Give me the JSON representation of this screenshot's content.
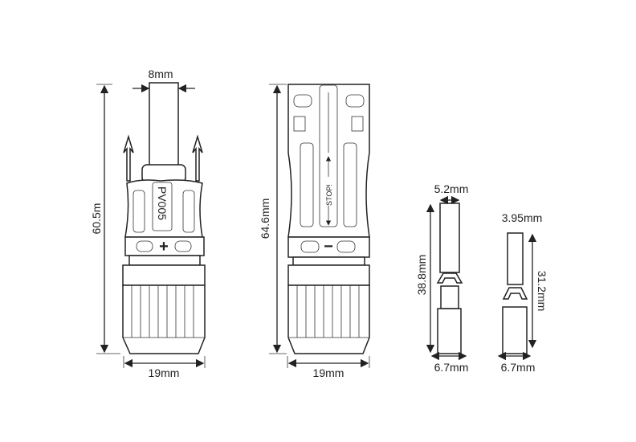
{
  "left_connector": {
    "height_label": "60.5m",
    "cable_width_label": "8mm",
    "width_label": "19mm",
    "model_text": "PV005",
    "polarity_symbol": "+"
  },
  "right_connector": {
    "height_label": "64.6mm",
    "width_label": "19mm",
    "stop_text": "STOP!",
    "polarity_symbol": "−"
  },
  "pin_male": {
    "tip_width_label": "5.2mm",
    "length_label": "38.8mm",
    "base_width_label": "6.7mm"
  },
  "pin_female": {
    "tip_width_label": "3.95mm",
    "length_label": "31.2mm",
    "base_width_label": "6.7mm"
  }
}
